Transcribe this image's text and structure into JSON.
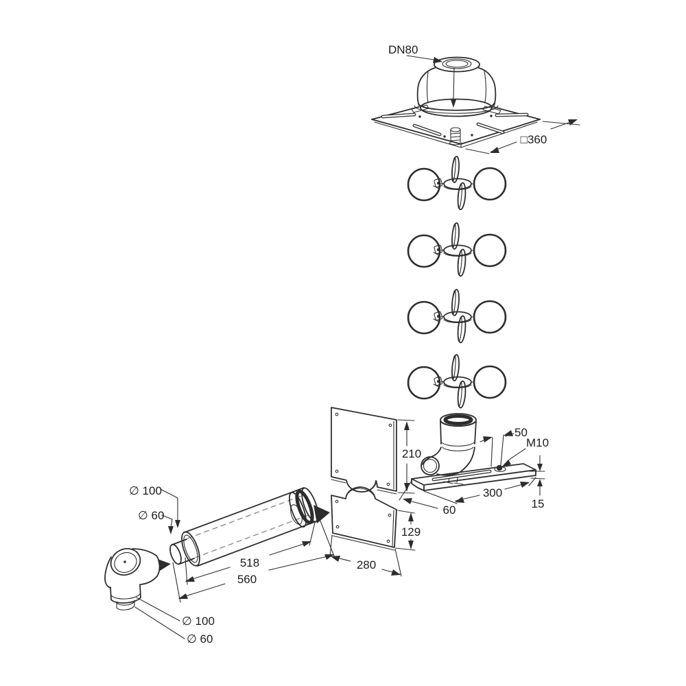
{
  "colors": {
    "background": "#ffffff",
    "line": "#2d2d2d",
    "dashed_line": "#8d8d8d",
    "text": "#1c1c1c"
  },
  "labels": {
    "terminal": {
      "flue_dn": "DN80",
      "base_plate": "□360"
    },
    "upper_plate": {
      "height": "210"
    },
    "lower_plate": {
      "height": "129",
      "width": "280"
    },
    "support": {
      "slot_offset": "50",
      "bolt_thread": "M10",
      "rail_length": "300",
      "rail_width": "60",
      "rail_height": "15"
    },
    "pipe": {
      "outer_dia": "∅ 100",
      "inner_dia": "∅ 60",
      "length": "518",
      "overall_length": "560"
    },
    "inspection_bend": {
      "outer_dia": "∅ 100",
      "inner_dia": "∅ 60"
    }
  }
}
